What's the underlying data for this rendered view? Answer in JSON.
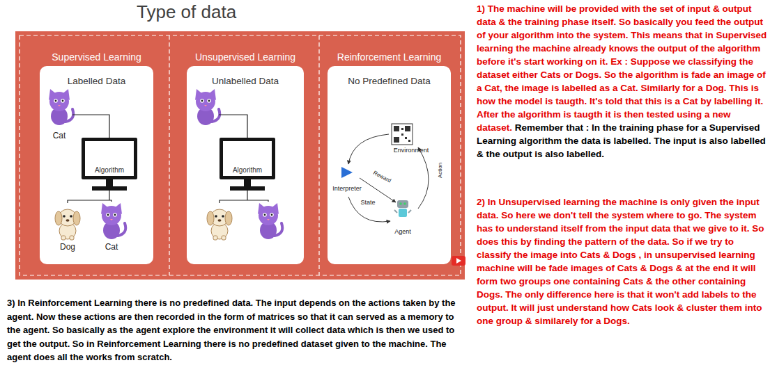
{
  "diagram": {
    "title": "Type of data",
    "nodes": [
      {
        "text": [
          "Supervised Learning",
          "Labelled Data"
        ]
      },
      {
        "text": [
          "Algorithm"
        ],
        "in": 0
      },
      {
        "text": [
          "Unsupervised Learning",
          "Unlabelled Data"
        ]
      },
      {
        "text": [
          "Algorithm"
        ],
        "in": 2
      },
      {
        "text": [
          "Reinforcement Learning",
          "No Predefined Data"
        ]
      }
    ],
    "labels": [
      "Cat",
      "Dog",
      "Cat",
      "Environment",
      "Reward",
      "Interpreter",
      "State",
      "Agent",
      "Action",
      "1) The machine will be provided with the set of input & output data & the training phase itself. So basically you feed the output of your algorithm into the system. This means that in Supervised learning the machine already knows the output of the algorithm before it's start working on it. Ex : Suppose we classifying the dataset either Cats or Dogs. So the algorithm is fade an image of a Cat, the image is labelled as a Cat. Similarly for a Dog. This is how the model is taugth. It's told that this is a Cat by labelling it. After the algorithm is taugth it is then tested using a new dataset.",
      "Remember that : In the training phase for a Supervised Learning algorithm the data is labelled. The input is also labelled & the output is also labelled.",
      "2) In Unsupervised learning the machine is only given the input data. So here we don't tell the system where to go. The system has to understand itself from the input data that we give to it. So does this by finding the pattern of the data. So if we try to classify the image into Cats & Dogs , in unsupervised learning machine will be fade images of Cats & Dogs & at the end it will form two groups one containing Cats & the other containing Dogs. The only difference here is that it won't add labels to the output. It will just understand how Cats look & cluster them into one group & similarely for a Dogs.",
      "3) In Reinforcement Learning there is no predefined data. The input depends on the actions taken by the agent. Now these actions are then recorded in the form of matrices so that it can served as a memory to the agent. So basically as the agent explore the environment it will collect data which is then we used to get the output. So in Reinforcement Learning there is no predefined dataset given to the machine. The agent does all the works from scratch."
    ]
  }
}
